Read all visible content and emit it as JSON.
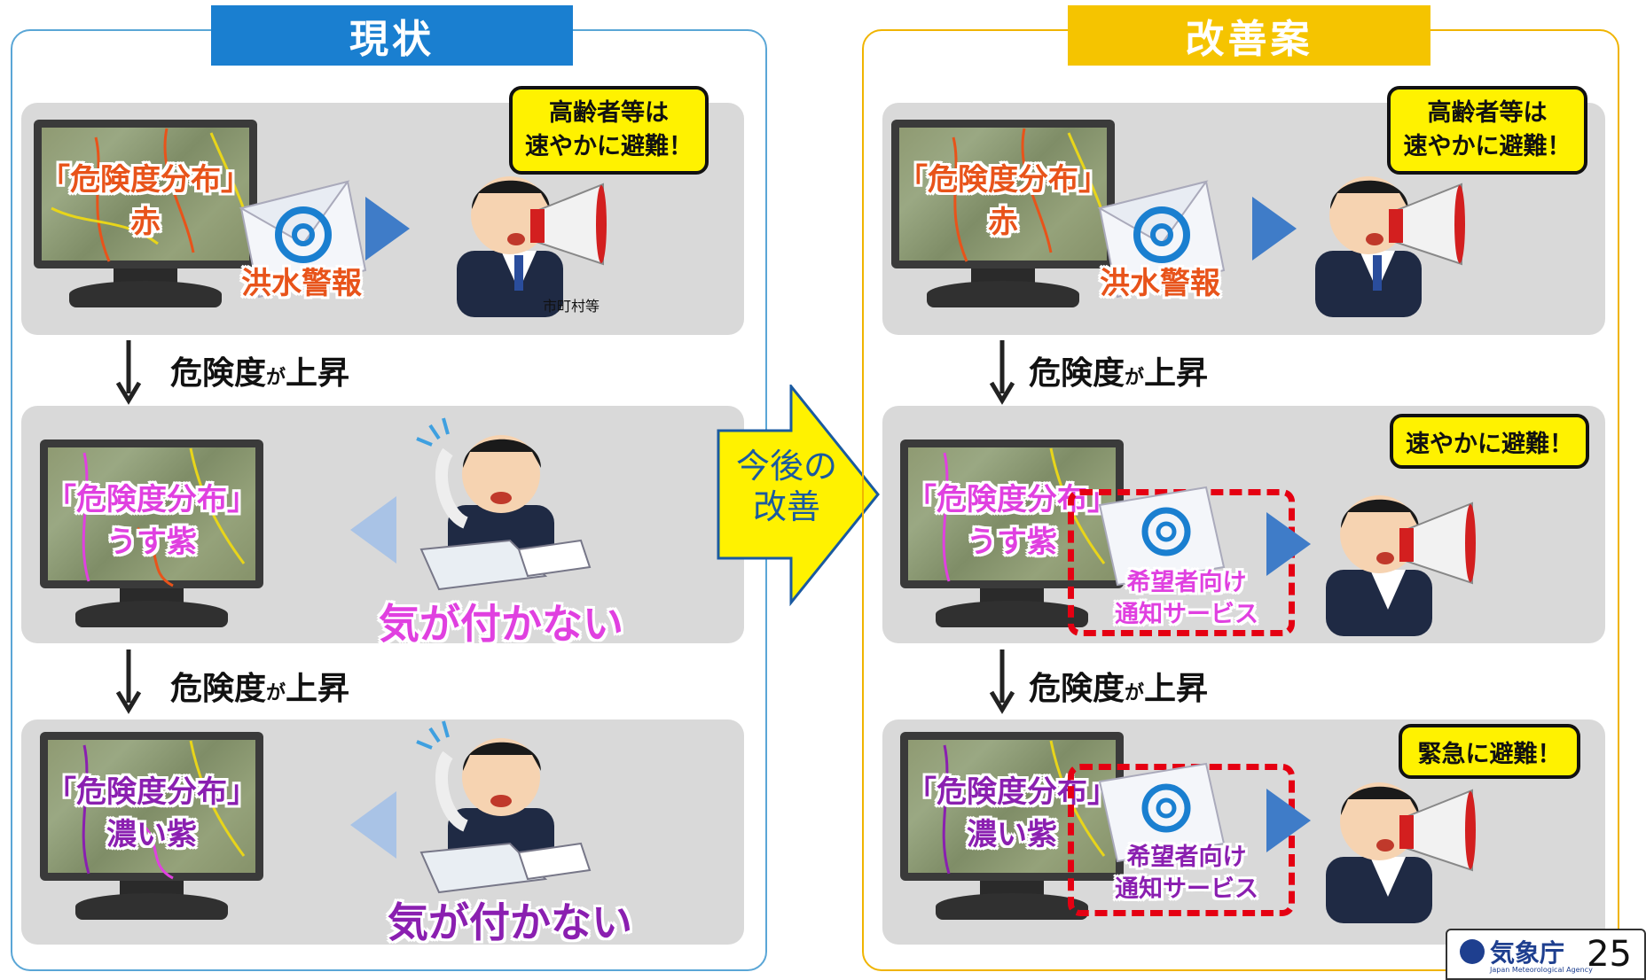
{
  "colors": {
    "left_accent": "#1a7fd0",
    "right_accent": "#f5c400",
    "red_level": "#e8531a",
    "light_purple": "#e040e0",
    "dark_purple": "#8a1fb0",
    "alert_yellow": "#fff200",
    "dashed_red": "#e50012"
  },
  "left": {
    "header": "現状",
    "rows": [
      {
        "map_line1": "「危険度分布」",
        "map_line2": "赤",
        "envelope_label": "洪水警報",
        "bubble": [
          "高齢者等は",
          "速やかに避難！"
        ],
        "caption": "市町村等"
      },
      {
        "map_line1": "「危険度分布」",
        "map_line2": "うす紫",
        "status": "気が付かない"
      },
      {
        "map_line1": "「危険度分布」",
        "map_line2": "濃い紫",
        "status": "気が付かない"
      }
    ],
    "rise_labels": [
      {
        "a": "危険度",
        "b": "が",
        "c": "上昇"
      },
      {
        "a": "危険度",
        "b": "が",
        "c": "上昇"
      }
    ]
  },
  "center_arrow": {
    "line1": "今後の",
    "line2": "改善"
  },
  "right": {
    "header": "改善案",
    "rows": [
      {
        "map_line1": "「危険度分布」",
        "map_line2": "赤",
        "envelope_label": "洪水警報",
        "bubble": [
          "高齢者等は",
          "速やかに避難！"
        ]
      },
      {
        "map_line1": "「危険度分布」",
        "map_line2": "うす紫",
        "envelope_label": [
          "希望者向け",
          "通知サービス"
        ],
        "bubble": [
          "速やかに避難！"
        ]
      },
      {
        "map_line1": "「危険度分布」",
        "map_line2": "濃い紫",
        "envelope_label": [
          "希望者向け",
          "通知サービス"
        ],
        "bubble": [
          "緊急に避難！"
        ]
      }
    ],
    "rise_labels": [
      {
        "a": "危険度",
        "b": "が",
        "c": "上昇"
      },
      {
        "a": "危険度",
        "b": "が",
        "c": "上昇"
      }
    ]
  },
  "footer": {
    "agency": "気象庁",
    "agency_en": "Japan Meteorological Agency",
    "page": "25"
  },
  "icons": [
    "monitor-icon",
    "envelope-at-icon",
    "megaphone-person-icon",
    "phone-person-icon",
    "down-arrow-icon",
    "play-arrow-icon"
  ]
}
